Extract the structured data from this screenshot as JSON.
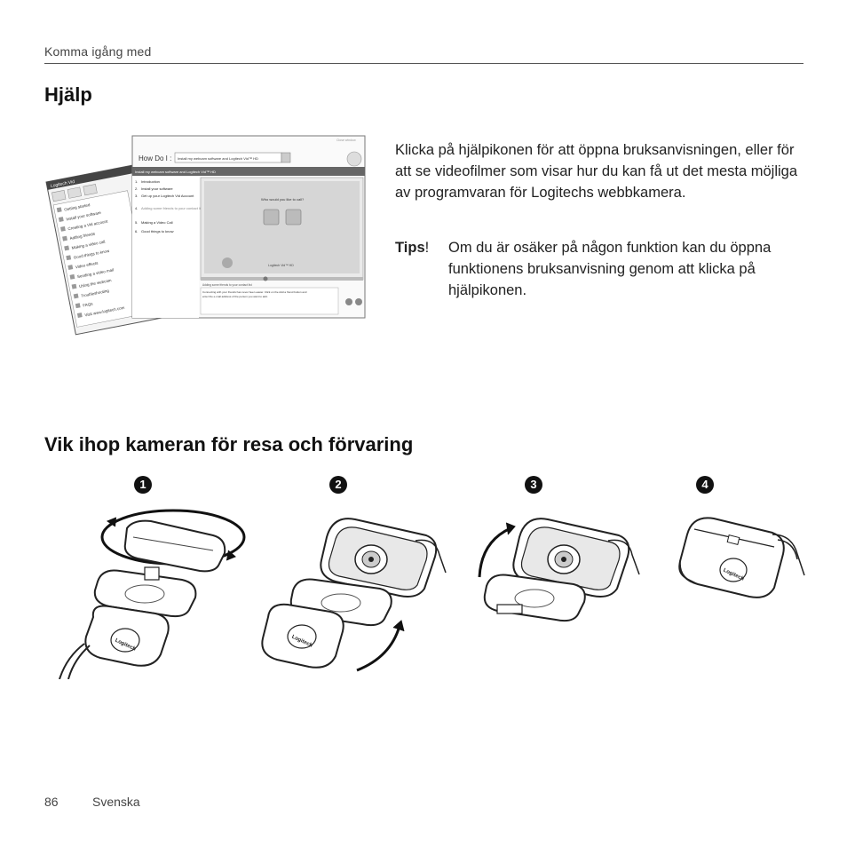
{
  "header": {
    "section_label": "Komma igång med"
  },
  "help": {
    "heading": "Hjälp",
    "paragraph": "Klicka på hjälpikonen för att öppna bruksanvisningen, eller för att se videofilmer som visar hur du kan få ut det mesta möjliga av programvaran för Logitechs webbkamera.",
    "tips_label": "Tips",
    "tips_punct": "!",
    "tips_text": "Om du är osäker på någon funktion kan du öppna funktionens bruksanvisning genom att klicka på hjälpikonen.",
    "screenshot": {
      "back_window_title": "Logitech Vid",
      "back_window_items": [
        "Getting started",
        "Install your software",
        "Creating a Vid account",
        "Adding friends",
        "Making a video call",
        "Good things to know",
        "Video effects",
        "Sending a video mail",
        "Using the webcam",
        "Troubleshooting",
        "FAQs",
        "Visit www.logitech.com"
      ],
      "how_do_i": "How Do I :",
      "how_do_i_value": "Install my webcam software and Logitech Vid™ HD",
      "topic_bar": "Install my webcam software and Logitech Vid™ HD",
      "steps": [
        "Introduction",
        "Install your software",
        "Get up your Logitech Vid Account",
        "Adding some friends to your contact list",
        "Making a Video Call",
        "Good things to know"
      ],
      "video_prompt": "Who would you like to call?",
      "video_footer": "Logitech Vid™ HD",
      "caption_title": "Adding some friends to your contact list",
      "caption_body": "Connecting with your friends has never been easier. Click on the Add a friend button and enter the e-mail address of the person you want to add."
    }
  },
  "fold": {
    "heading": "Vik ihop kameran för resa och förvaring",
    "steps": [
      "1",
      "2",
      "3",
      "4"
    ],
    "brand_mark": "Logitech"
  },
  "footer": {
    "page_number": "86",
    "language": "Svenska"
  },
  "colors": {
    "text": "#1a1a1a",
    "rule": "#555555",
    "badge": "#111111"
  }
}
